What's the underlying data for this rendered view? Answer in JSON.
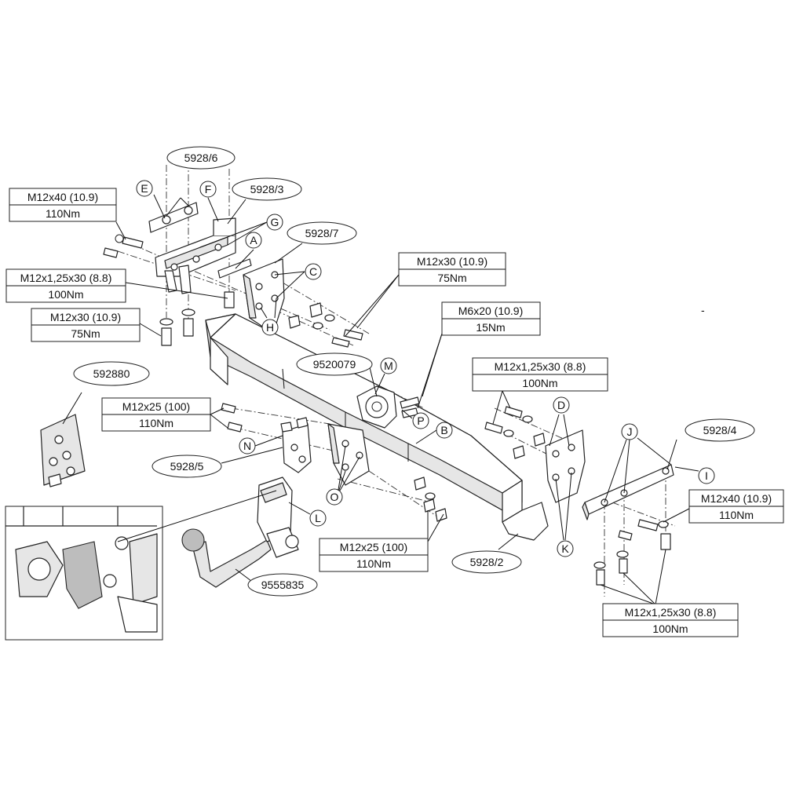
{
  "spec_boxes": {
    "m12x40_left": {
      "line1": "M12x40 (10.9)",
      "line2": "110Nm"
    },
    "m12x125x30_left": {
      "line1": "M12x1,25x30 (8.8)",
      "line2": "100Nm"
    },
    "m12x30_left": {
      "line1": "M12x30 (10.9)",
      "line2": "75Nm"
    },
    "m12x30_mid": {
      "line1": "M12x30 (10.9)",
      "line2": "75Nm"
    },
    "m6x20": {
      "line1": "M6x20 (10.9)",
      "line2": "15Nm"
    },
    "m12x125x30_right_top": {
      "line1": "M12x1,25x30 (8.8)",
      "line2": "100Nm"
    },
    "m12x25_left": {
      "line1": "M12x25 (100)",
      "line2": "110Nm"
    },
    "m12x25_bottom": {
      "line1": "M12x25 (100)",
      "line2": "110Nm"
    },
    "m12x40_right": {
      "line1": "M12x40 (10.9)",
      "line2": "110Nm"
    },
    "m12x125x30_right_bottom": {
      "line1": "M12x1,25x30 (8.8)",
      "line2": "100Nm"
    }
  },
  "part_numbers": {
    "p5928_6": "5928/6",
    "p5928_3": "5928/3",
    "p5928_7": "5928/7",
    "p9520079": "9520079",
    "p592880": "592880",
    "p5928_5": "5928/5",
    "p9555835": "9555835",
    "p5928_2": "5928/2",
    "p5928_4": "5928/4"
  },
  "letters": {
    "A": "A",
    "B": "B",
    "C": "C",
    "D": "D",
    "E": "E",
    "F": "F",
    "G": "G",
    "H": "H",
    "I": "I",
    "J": "J",
    "K": "K",
    "L": "L",
    "M": "M",
    "N": "N",
    "O": "O",
    "P": "P"
  },
  "stray_mark": "-"
}
